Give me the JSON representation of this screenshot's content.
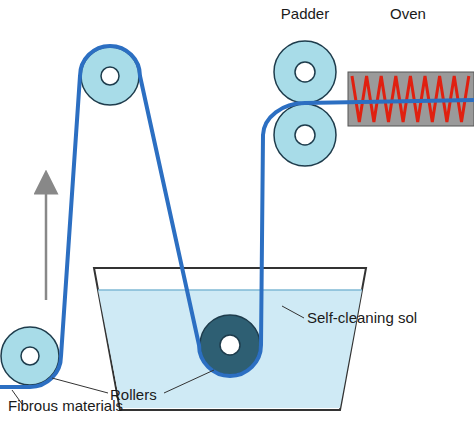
{
  "diagram": {
    "labels": [
      "Padder",
      "Oven",
      "Self-cleaning sol",
      "Rollers",
      "Fibrous materials"
    ]
  }
}
